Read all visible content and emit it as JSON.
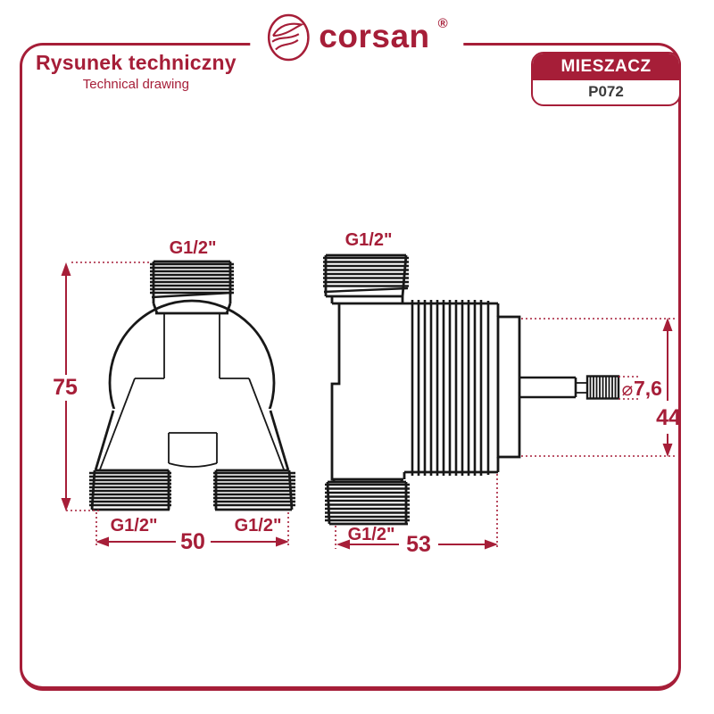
{
  "header": {
    "brand": "corsan",
    "registered": "®",
    "title_pl": "Rysunek techniczny",
    "title_en": "Technical drawing",
    "product_type": "MIESZACZ",
    "product_code": "P072"
  },
  "colors": {
    "accent": "#A61E38",
    "drawing_line": "#181818",
    "code_text": "#3B3B3B",
    "background": "#FFFFFF"
  },
  "drawing": {
    "front_view": {
      "top_thread_label": "G1/2\"",
      "bottom_left_thread_label": "G1/2\"",
      "bottom_right_thread_label": "G1/2\"",
      "height_dim": "75",
      "width_dim": "50"
    },
    "side_view": {
      "top_thread_label": "G1/2\"",
      "bottom_thread_label": "G1/2\"",
      "width_dim": "53",
      "height_dim": "44",
      "diameter_symbol": "⌀",
      "diameter_value": "7,6"
    }
  }
}
